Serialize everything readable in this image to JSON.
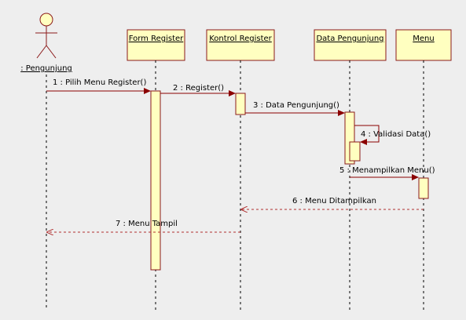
{
  "actor": {
    "label": ": Pengunjung"
  },
  "objects": [
    {
      "id": "form_register",
      "label": "Form Register"
    },
    {
      "id": "kontrol_register",
      "label": "Kontrol Register"
    },
    {
      "id": "data_pengunjung",
      "label": "Data Pengunjung"
    },
    {
      "id": "menu",
      "label": "Menu"
    }
  ],
  "messages": [
    {
      "label": "1 : Pilih Menu Register()",
      "kind": "sync"
    },
    {
      "label": "2 : Register()",
      "kind": "sync"
    },
    {
      "label": "3 : Data Pengunjung()",
      "kind": "sync"
    },
    {
      "label": "4 : Validasi Data()",
      "kind": "self"
    },
    {
      "label": "5 : Menampilkan Menu()",
      "kind": "sync"
    },
    {
      "label": "6 : Menu Ditampilkan",
      "kind": "return"
    },
    {
      "label": "7 : Menu Tampil",
      "kind": "return"
    }
  ],
  "colors": {
    "background": "#eeeeee",
    "box_fill": "#ffffc0",
    "box_stroke": "#8b1a1a",
    "message_arrow": "#8b0000",
    "return_arrow": "#b03030"
  }
}
